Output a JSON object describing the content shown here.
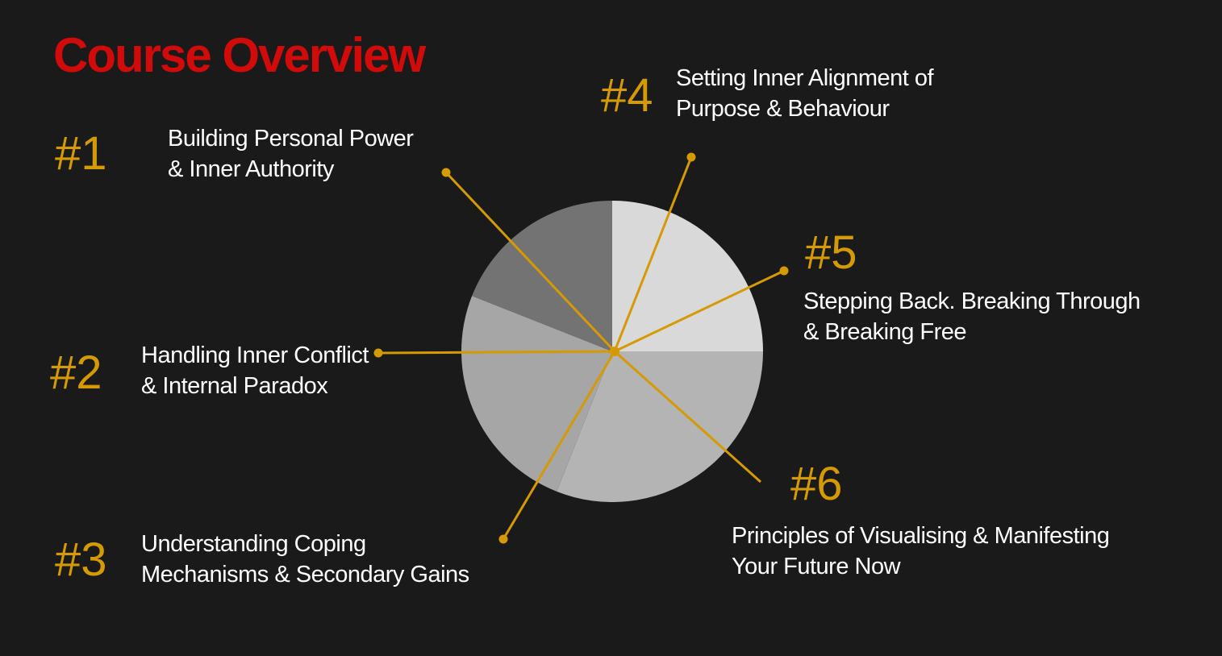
{
  "title": "Course Overview",
  "colors": {
    "background": "#1b1a1b",
    "title": "#d10a0a",
    "accent": "#d49a00"
  },
  "modules": [
    {
      "number": "#1",
      "line1": "Building Personal Power",
      "line2": "& Inner Authority"
    },
    {
      "number": "#2",
      "line1": "Handling Inner Conflict",
      "line2": "& Internal Paradox"
    },
    {
      "number": "#3",
      "line1": "Understanding Coping",
      "line2": "Mechanisms & Secondary Gains"
    },
    {
      "number": "#4",
      "line1": "Setting Inner Alignment of",
      "line2": "Purpose & Behaviour"
    },
    {
      "number": "#5",
      "line1": "Stepping Back. Breaking Through",
      "line2": "& Breaking Free"
    },
    {
      "number": "#6",
      "line1": "Principles of Visualising & Manifesting",
      "line2": "Your Future Now"
    }
  ],
  "chart_data": {
    "type": "pie",
    "values": [
      25,
      31,
      25,
      19
    ],
    "colors": [
      "#d9d9d9",
      "#b4b4b4",
      "#a6a6a6",
      "#737373"
    ]
  }
}
